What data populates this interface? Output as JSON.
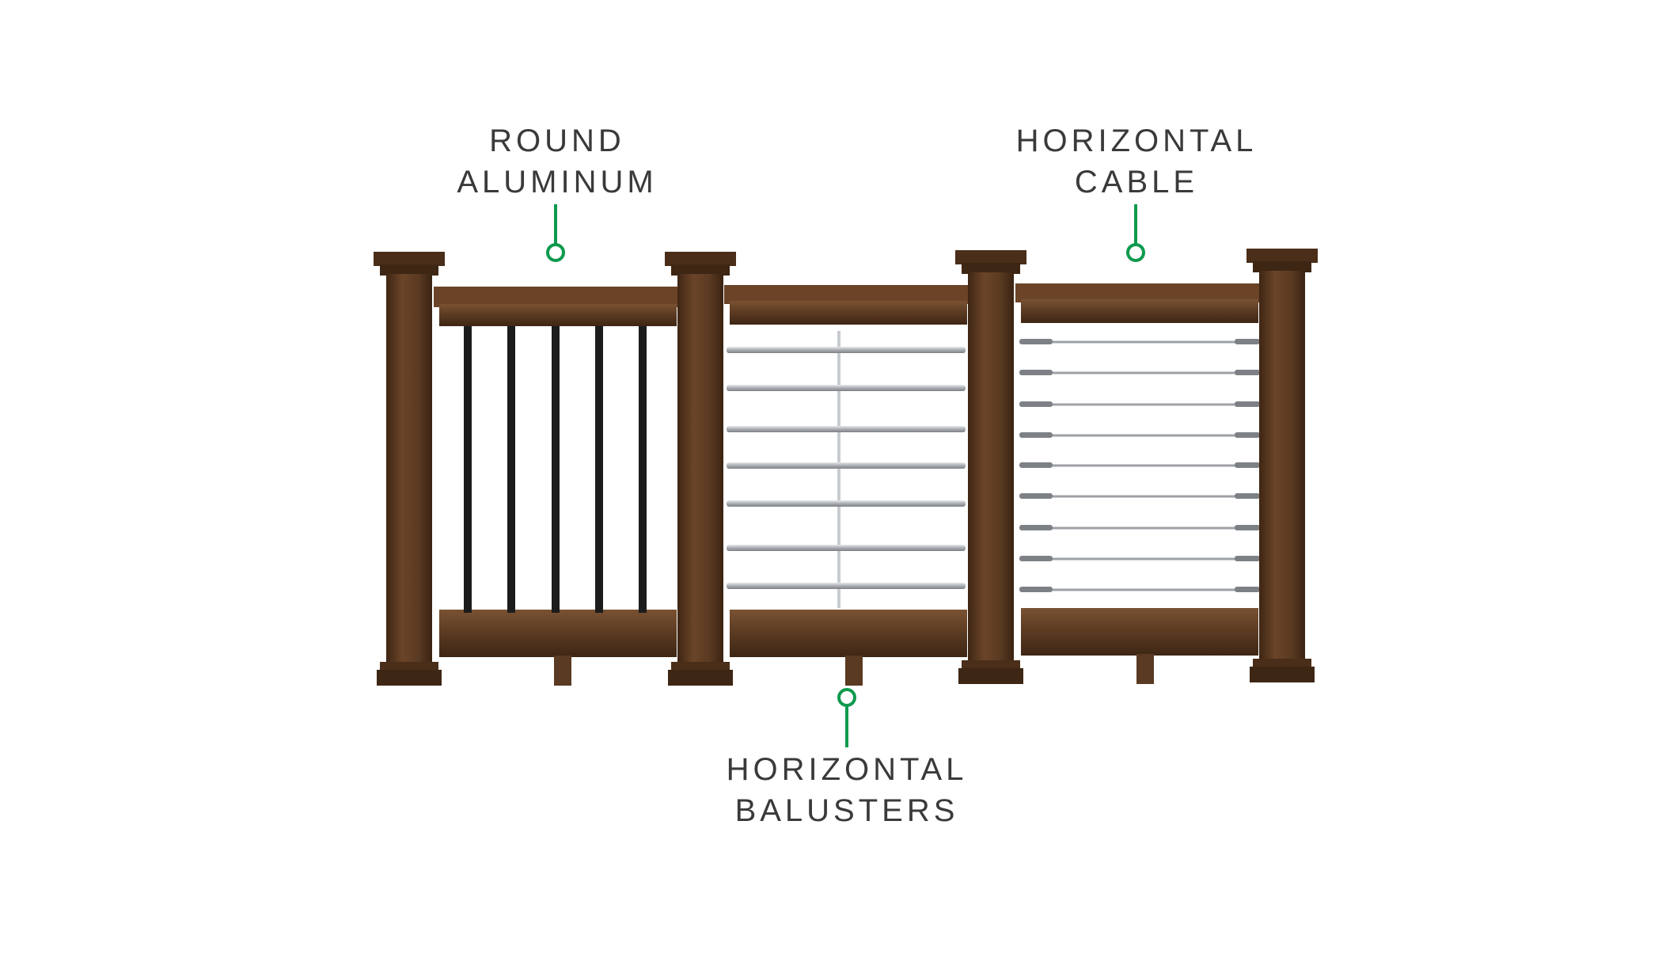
{
  "callouts": {
    "round_aluminum": {
      "line1": "ROUND",
      "line2": "ALUMINUM"
    },
    "horizontal_cable": {
      "line1": "HORIZONTAL",
      "line2": "CABLE"
    },
    "horizontal_balusters": {
      "line1": "HORIZONTAL",
      "line2": "BALUSTERS"
    }
  },
  "colors": {
    "wood": "#5a3a22",
    "wood_dark": "#3e2614",
    "wood_light": "#7a5232",
    "accent_green": "#0e9a4e",
    "label": "#3a3a3a",
    "aluminum_black": "#1c1c1c",
    "steel": "#b9bcc0"
  },
  "icons": [
    "callout-marker-icon"
  ]
}
